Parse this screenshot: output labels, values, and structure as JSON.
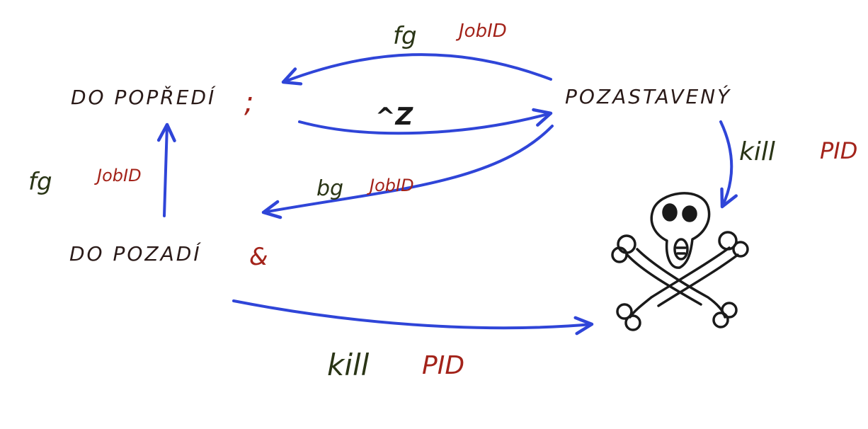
{
  "states": {
    "foreground": "DO POPŘEDÍ",
    "foreground_marker": ";",
    "background": "DO POZADÍ",
    "background_marker": "&",
    "stopped": "POZASTAVENÝ"
  },
  "transitions": {
    "stopped_to_foreground": {
      "cmd": "fg",
      "arg": "JobID"
    },
    "foreground_to_stopped": {
      "cmd": "^Z"
    },
    "stopped_to_background": {
      "cmd": "bg",
      "arg": "JobID"
    },
    "background_to_foreground": {
      "cmd": "fg",
      "arg": "JobID"
    },
    "stopped_to_killed": {
      "cmd": "kill",
      "arg": "PID"
    },
    "background_to_killed": {
      "cmd": "kill",
      "arg": "PID"
    }
  },
  "icons": {
    "killed": "skull-crossbones-icon"
  },
  "colors": {
    "arrow": "#2f45d8",
    "state_text": "#2a1a18",
    "command_text": "#2a3516",
    "argument_text": "#a3231a",
    "sketch": "#1a1a1a"
  }
}
